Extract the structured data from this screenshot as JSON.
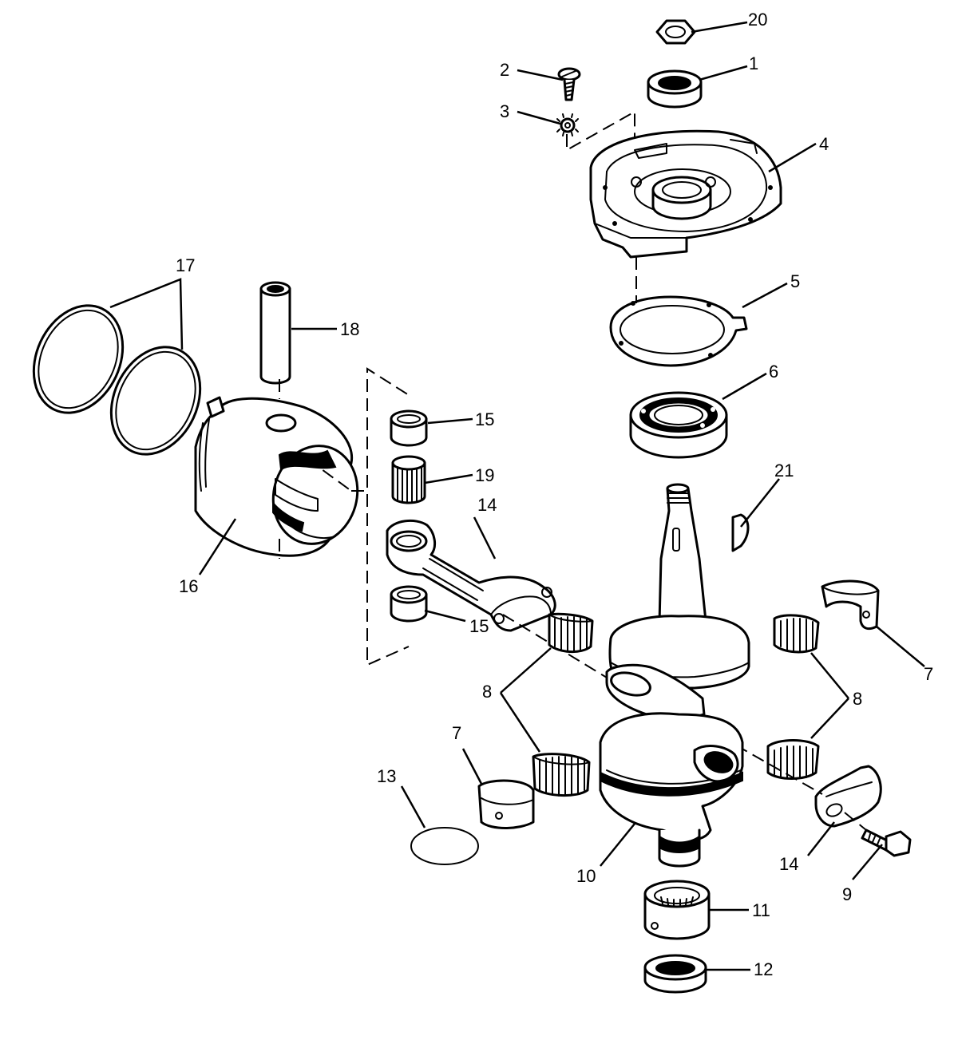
{
  "callouts": {
    "c1": "1",
    "c2": "2",
    "c3": "3",
    "c4": "4",
    "c5": "5",
    "c6": "6",
    "c7a": "7",
    "c7b": "7",
    "c8a": "8",
    "c8b": "8",
    "c9": "9",
    "c10": "10",
    "c11": "11",
    "c12": "12",
    "c13": "13",
    "c14a": "14",
    "c14b": "14",
    "c15a": "15",
    "c15b": "15",
    "c16": "16",
    "c17": "17",
    "c18": "18",
    "c19": "19",
    "c20": "20",
    "c21": "21"
  }
}
